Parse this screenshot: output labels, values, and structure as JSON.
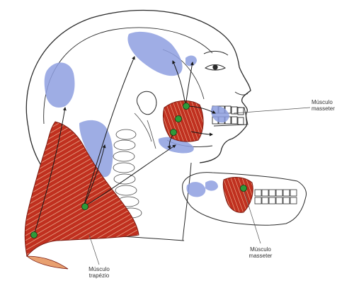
{
  "labels": {
    "masseter_top": {
      "line1": "Músculo",
      "line2": "masseter"
    },
    "masseter_bottom": {
      "line1": "Músculo",
      "line2": "masseter"
    },
    "trapezius": {
      "line1": "Músculo",
      "line2": "trapézio"
    }
  },
  "colors": {
    "outline": "#2b2b2b",
    "pain_zone": "#8e9fe0",
    "muscle": "#c0301f",
    "muscle_highlight": "#e8a070",
    "trigger_point": "#2e9a3a",
    "arrow": "#1a1a1a"
  }
}
